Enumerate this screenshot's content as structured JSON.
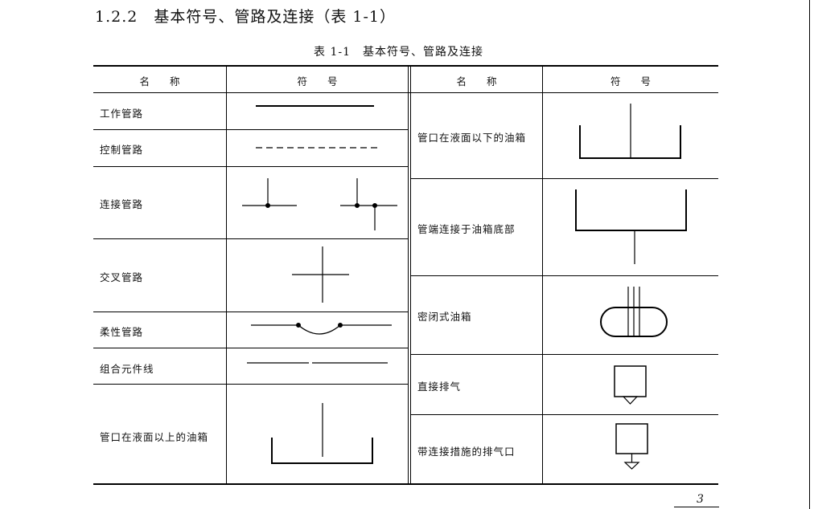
{
  "section_title": "1.2.2　基本符号、管路及连接（表 1-1）",
  "table_caption": "表 1-1　基本符号、管路及连接",
  "headers": {
    "name": "名　　称",
    "symbol": "符　　号"
  },
  "left_rows": [
    "工作管路",
    "控制管路",
    "连接管路",
    "交叉管路",
    "柔性管路",
    "组合元件线",
    "管口在液面以上的油箱"
  ],
  "right_rows": [
    "管口在液面以下的油箱",
    "管端连接于油箱底部",
    "密闭式油箱",
    "直接排气",
    "带连接措施的排气口"
  ],
  "page_number": "3"
}
